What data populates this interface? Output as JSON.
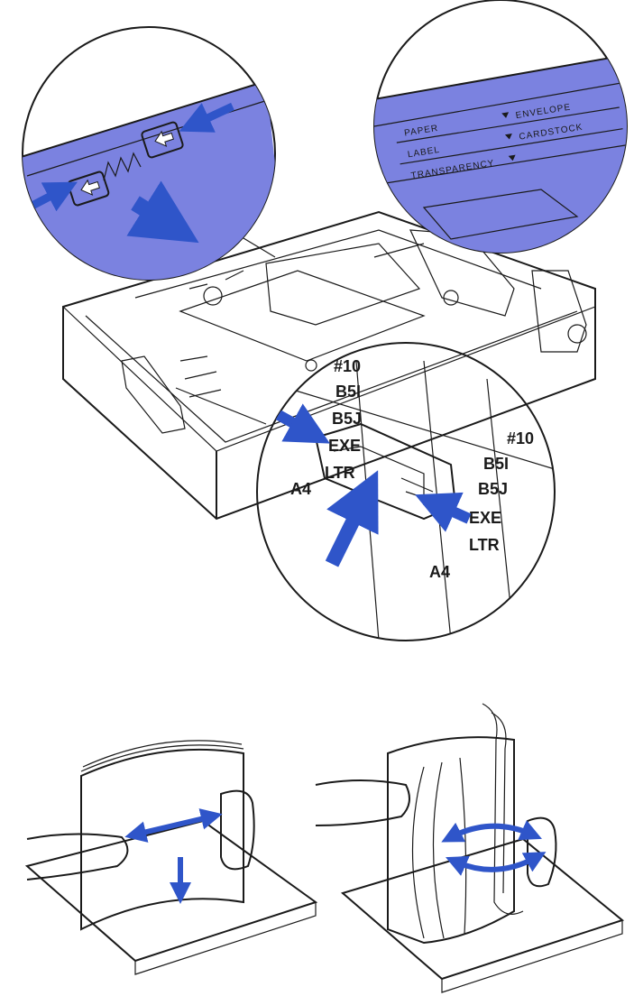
{
  "colors": {
    "accent": "#7b82e0",
    "accent_dark": "#2f55c9",
    "tray_fill": "#f2f2f2",
    "outline": "#1a1a1a"
  },
  "callout_top_right": {
    "labels": {
      "paper": "PAPER",
      "envelope": "ENVELOPE",
      "label": "LABEL",
      "cardstock": "CARDSTOCK",
      "transparency": "TRANSPARENCY"
    }
  },
  "callout_bottom": {
    "size_marks_left": [
      "#10",
      "B5I",
      "B5J",
      "EXE",
      "LTR",
      "A4"
    ],
    "size_marks_right": [
      "#10",
      "B5I",
      "B5J",
      "EXE",
      "LTR",
      "A4"
    ]
  },
  "icons": {
    "tab_left": "arrow-left-icon",
    "tab_right": "arrow-left-icon",
    "flex_arrows": "double-arrow-icon",
    "fan_arrows": "curved-double-arrow-icon"
  }
}
